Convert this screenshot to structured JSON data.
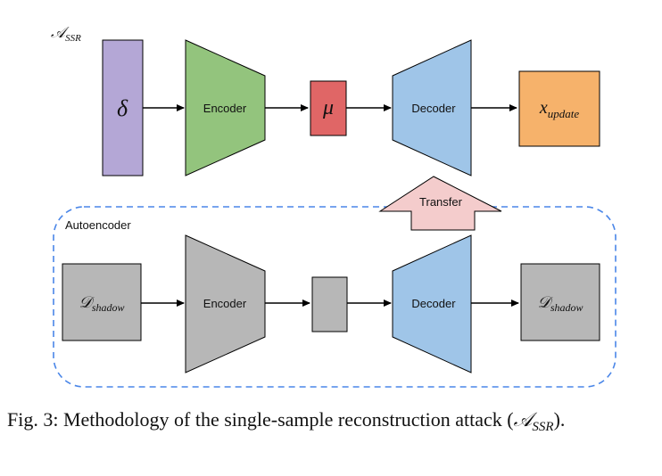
{
  "diagram": {
    "top_label": {
      "symbol": "𝒜",
      "subscript": "SSR"
    },
    "top_row": {
      "input": "δ",
      "encoder": "Encoder",
      "latent": "μ",
      "decoder": "Decoder",
      "output": {
        "base": "x",
        "subscript": "update"
      }
    },
    "transfer_label": "Transfer",
    "autoencoder_group_label": "Autoencoder",
    "bottom_row": {
      "input": {
        "base": "𝒟",
        "subscript": "shadow"
      },
      "encoder": "Encoder",
      "decoder": "Decoder",
      "output": {
        "base": "𝒟",
        "subscript": "shadow"
      }
    },
    "colors": {
      "input_purple": "#b4a7d6",
      "encoder_green": "#93c47d",
      "latent_red": "#e06666",
      "decoder_blue": "#9fc5e8",
      "output_orange": "#f6b26b",
      "gray": "#b7b7b7",
      "transfer_pink": "#f4cccc",
      "dashed_blue": "#4a86e8"
    }
  },
  "caption": {
    "prefix": "Fig. 3: Methodology of the single-sample reconstruction attack (",
    "symbol": "𝒜",
    "subscript": "SSR",
    "suffix": ")."
  }
}
